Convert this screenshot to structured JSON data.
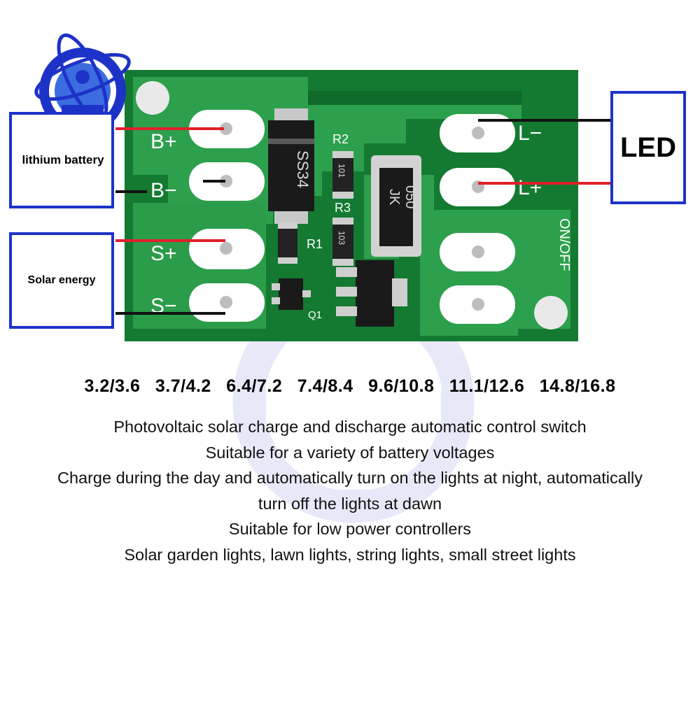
{
  "board": {
    "pads_left": [
      "B+",
      "B−",
      "S+",
      "S−"
    ],
    "pads_right": [
      "L−",
      "L+"
    ],
    "switch_label": "ON/OFF",
    "components": {
      "diode": "SS34",
      "inductor_line1": "JK",
      "inductor_line2": "050",
      "r1": "R1",
      "r2": "R2",
      "r3": "R3",
      "q1": "Q1",
      "r2_code": "101",
      "r3_code": "103"
    }
  },
  "callouts": {
    "battery": "lithium battery",
    "solar": "Solar energy",
    "led": "LED"
  },
  "voltages": [
    "3.2/3.6",
    "3.7/4.2",
    "6.4/7.2",
    "7.4/8.4",
    "9.6/10.8",
    "11.1/12.6",
    "14.8/16.8"
  ],
  "description": [
    "Photovoltaic solar charge and discharge automatic control switch",
    "Suitable for a variety of battery voltages",
    "Charge during the day and automatically turn on the lights at night, automatically",
    "turn off the lights at dawn",
    "Suitable for low power controllers",
    "Solar garden lights, lawn lights, string lights, small street lights"
  ],
  "colors": {
    "pcb": "#1c8f3c",
    "trace": "#2ea852",
    "frame": "#1d33c8",
    "wire_red": "#e0202a",
    "wire_black": "#111111"
  }
}
